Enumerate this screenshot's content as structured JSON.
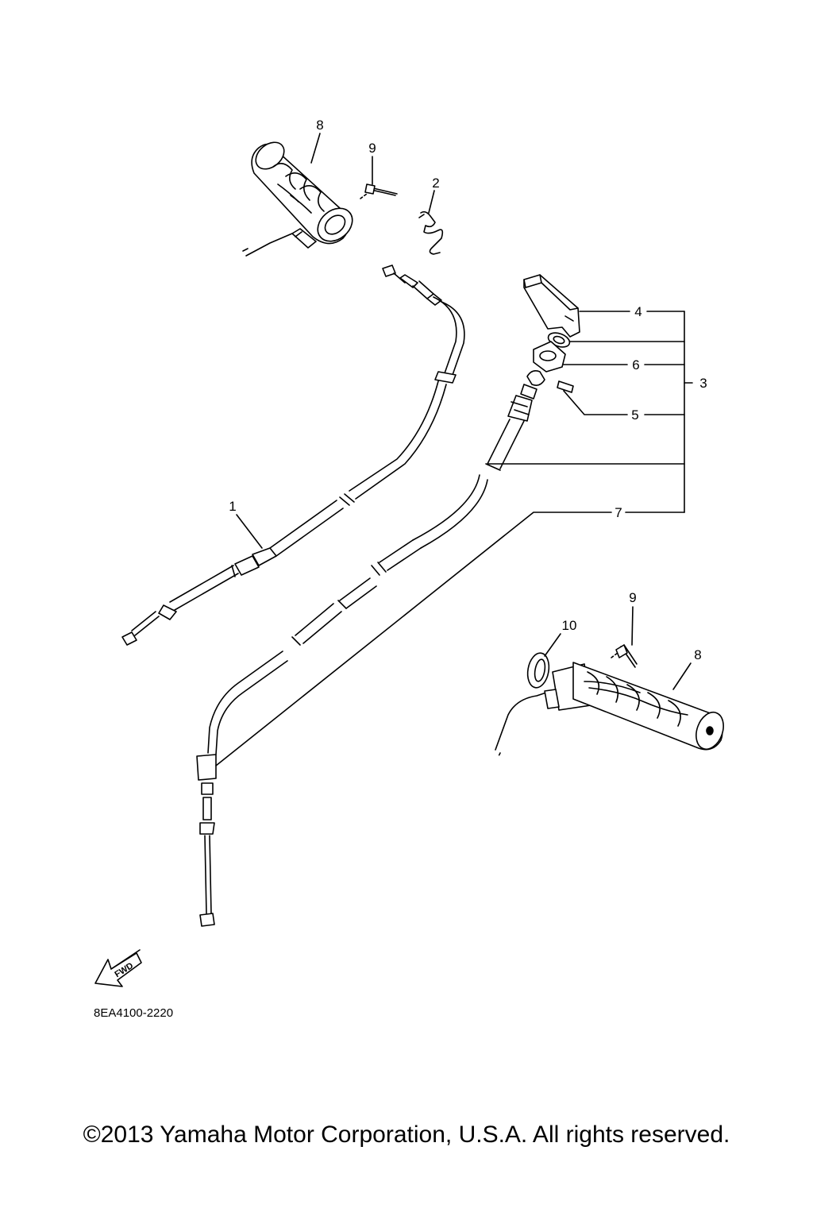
{
  "colors": {
    "ink": "#000000",
    "paper": "#ffffff"
  },
  "callouts": {
    "part_1": "1",
    "part_2": "2",
    "part_3": "3",
    "part_4": "4",
    "part_5": "5",
    "part_6": "6",
    "part_7": "7",
    "part_8_left_grip": "8",
    "part_8_right_grip": "8",
    "part_9_left": "9",
    "part_9_right": "9",
    "part_10": "10"
  },
  "direction_arrow": {
    "label": "FWD"
  },
  "diagram_code": "8EA4100-2220",
  "copyright": "©2013 Yamaha Motor Corporation, U.S.A. All rights reserved."
}
